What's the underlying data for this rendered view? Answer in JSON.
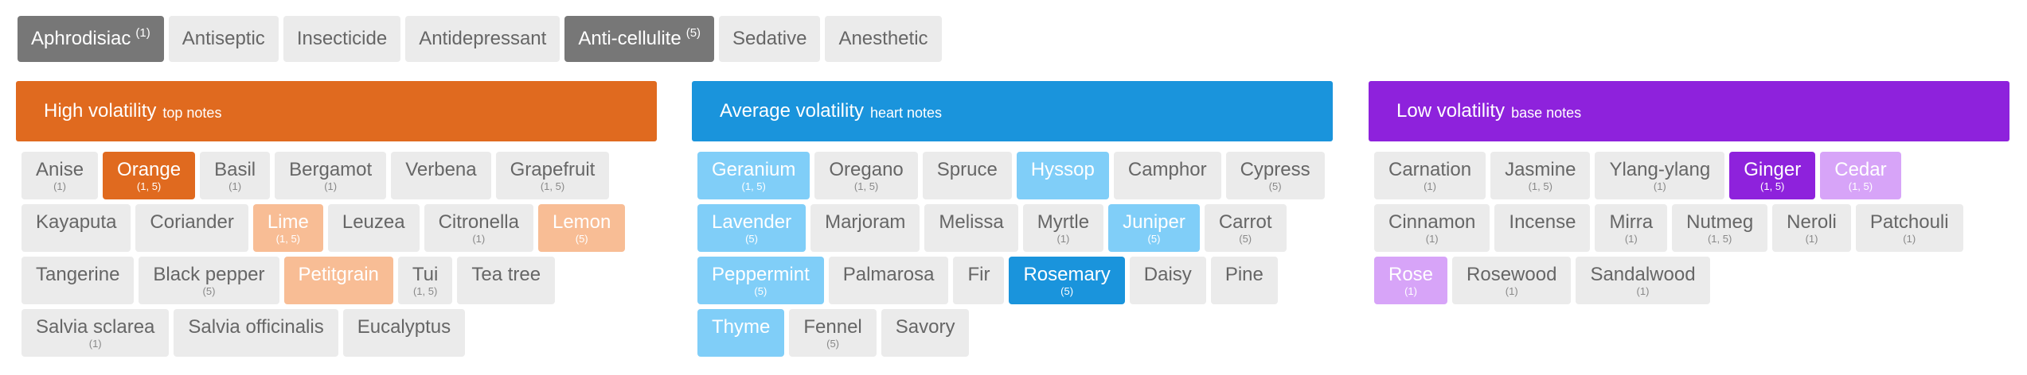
{
  "filters": [
    {
      "label": "Aphrodisiac",
      "count": "(1)",
      "active": true
    },
    {
      "label": "Antiseptic",
      "count": "",
      "active": false
    },
    {
      "label": "Insecticide",
      "count": "",
      "active": false
    },
    {
      "label": "Antidepressant",
      "count": "",
      "active": false
    },
    {
      "label": "Anti-cellulite",
      "count": "(5)",
      "active": true
    },
    {
      "label": "Sedative",
      "count": "",
      "active": false
    },
    {
      "label": "Anesthetic",
      "count": "",
      "active": false
    }
  ],
  "columns": [
    {
      "id": "high",
      "title": "High volatility",
      "subtitle": "top notes",
      "color": "#e06a1f",
      "color_strong": "#e06a1f",
      "color_light": "#f8bd95",
      "oils": [
        {
          "name": "Anise",
          "refs": "(1)",
          "hl": "none"
        },
        {
          "name": "Orange",
          "refs": "(1, 5)",
          "hl": "strong"
        },
        {
          "name": "Basil",
          "refs": "(1)",
          "hl": "none"
        },
        {
          "name": "Bergamot",
          "refs": "(1)",
          "hl": "none"
        },
        {
          "name": "Verbena",
          "refs": "",
          "hl": "none"
        },
        {
          "name": "Grapefruit",
          "refs": "(1, 5)",
          "hl": "none"
        },
        {
          "name": "Kayaputa",
          "refs": "",
          "hl": "none"
        },
        {
          "name": "Coriander",
          "refs": "",
          "hl": "none"
        },
        {
          "name": "Lime",
          "refs": "(1, 5)",
          "hl": "light"
        },
        {
          "name": "Leuzea",
          "refs": "",
          "hl": "none"
        },
        {
          "name": "Citronella",
          "refs": "(1)",
          "hl": "none"
        },
        {
          "name": "Lemon",
          "refs": "(5)",
          "hl": "light"
        },
        {
          "name": "Tangerine",
          "refs": "",
          "hl": "none"
        },
        {
          "name": "Black pepper",
          "refs": "(5)",
          "hl": "none"
        },
        {
          "name": "Petitgrain",
          "refs": "",
          "hl": "light"
        },
        {
          "name": "Tui",
          "refs": "(1, 5)",
          "hl": "none"
        },
        {
          "name": "Tea tree",
          "refs": "",
          "hl": "none"
        },
        {
          "name": "Salvia sclarea",
          "refs": "(1)",
          "hl": "none"
        },
        {
          "name": "Salvia officinalis",
          "refs": "",
          "hl": "none"
        },
        {
          "name": "Eucalyptus",
          "refs": "",
          "hl": "none"
        }
      ]
    },
    {
      "id": "average",
      "title": "Average volatility",
      "subtitle": "heart notes",
      "color": "#1a94dc",
      "color_strong": "#1a94dc",
      "color_light": "#80cef8",
      "oils": [
        {
          "name": "Geranium",
          "refs": "(1, 5)",
          "hl": "light"
        },
        {
          "name": "Oregano",
          "refs": "(1, 5)",
          "hl": "none"
        },
        {
          "name": "Spruce",
          "refs": "",
          "hl": "none"
        },
        {
          "name": "Hyssop",
          "refs": "",
          "hl": "light"
        },
        {
          "name": "Camphor",
          "refs": "",
          "hl": "none"
        },
        {
          "name": "Cypress",
          "refs": "(5)",
          "hl": "none"
        },
        {
          "name": "Lavender",
          "refs": "(5)",
          "hl": "light"
        },
        {
          "name": "Marjoram",
          "refs": "",
          "hl": "none"
        },
        {
          "name": "Melissa",
          "refs": "",
          "hl": "none"
        },
        {
          "name": "Myrtle",
          "refs": "(1)",
          "hl": "none"
        },
        {
          "name": "Juniper",
          "refs": "(5)",
          "hl": "light"
        },
        {
          "name": "Carrot",
          "refs": "(5)",
          "hl": "none"
        },
        {
          "name": "Peppermint",
          "refs": "(5)",
          "hl": "light"
        },
        {
          "name": "Palmarosa",
          "refs": "",
          "hl": "none"
        },
        {
          "name": "Fir",
          "refs": "",
          "hl": "none"
        },
        {
          "name": "Rosemary",
          "refs": "(5)",
          "hl": "strong"
        },
        {
          "name": "Daisy",
          "refs": "",
          "hl": "none"
        },
        {
          "name": "Pine",
          "refs": "",
          "hl": "none"
        },
        {
          "name": "Thyme",
          "refs": "",
          "hl": "light"
        },
        {
          "name": "Fennel",
          "refs": "(5)",
          "hl": "none"
        },
        {
          "name": "Savory",
          "refs": "",
          "hl": "none"
        }
      ]
    },
    {
      "id": "low",
      "title": "Low volatility",
      "subtitle": "base notes",
      "color": "#8e22dc",
      "color_strong": "#8e22dc",
      "color_light": "#d7a4f8",
      "oils": [
        {
          "name": "Carnation",
          "refs": "(1)",
          "hl": "none"
        },
        {
          "name": "Jasmine",
          "refs": "(1, 5)",
          "hl": "none"
        },
        {
          "name": "Ylang-ylang",
          "refs": "(1)",
          "hl": "none"
        },
        {
          "name": "Ginger",
          "refs": "(1, 5)",
          "hl": "strong"
        },
        {
          "name": "Cedar",
          "refs": "(1, 5)",
          "hl": "light"
        },
        {
          "name": "Cinnamon",
          "refs": "(1)",
          "hl": "none"
        },
        {
          "name": "Incense",
          "refs": "",
          "hl": "none"
        },
        {
          "name": "Mirra",
          "refs": "(1)",
          "hl": "none"
        },
        {
          "name": "Nutmeg",
          "refs": "(1, 5)",
          "hl": "none"
        },
        {
          "name": "Neroli",
          "refs": "(1)",
          "hl": "none"
        },
        {
          "name": "Patchouli",
          "refs": "(1)",
          "hl": "none"
        },
        {
          "name": "Rose",
          "refs": "(1)",
          "hl": "light"
        },
        {
          "name": "Rosewood",
          "refs": "(1)",
          "hl": "none"
        },
        {
          "name": "Sandalwood",
          "refs": "(1)",
          "hl": "none"
        }
      ]
    }
  ]
}
